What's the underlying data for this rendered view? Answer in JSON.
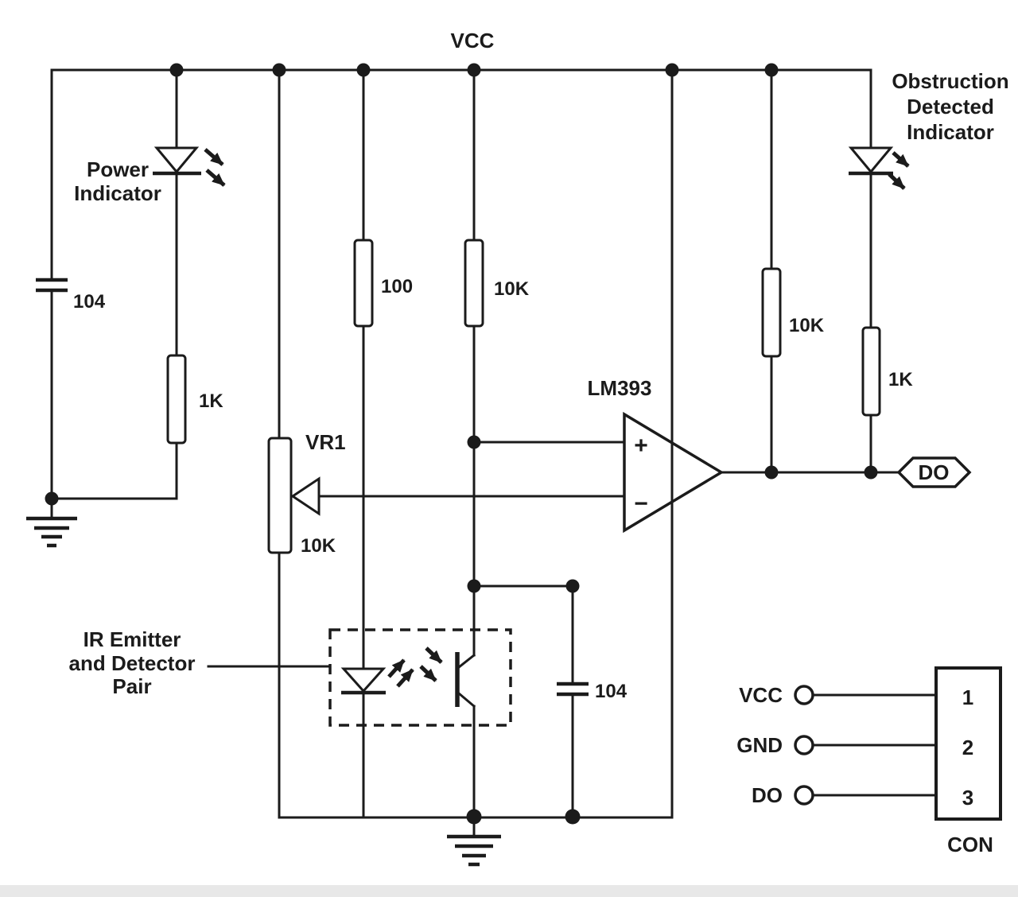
{
  "colors": {
    "line": "#1b1b1b",
    "background": "#ffffff",
    "footer_strip": "#e8e8e8"
  },
  "rail": {
    "vcc_label": "VCC"
  },
  "power_indicator": {
    "line1": "Power",
    "line2": "Indicator"
  },
  "obstruction_indicator": {
    "line1": "Obstruction",
    "line2": "Detected",
    "line3": "Indicator"
  },
  "ir_pair": {
    "line1": "IR Emitter",
    "line2": "and Detector",
    "line3": "Pair"
  },
  "components": {
    "bypass_cap": "104",
    "power_led_resistor": "1K",
    "pot_name": "VR1",
    "pot_value": "10K",
    "ir_led_resistor": "100",
    "detector_pullup": "10K",
    "comparator": "LM393",
    "plus_input": "+",
    "minus_input": "−",
    "output_pullup": "10K",
    "obstruction_led_resistor": "1K",
    "filter_cap": "104"
  },
  "output_tag": "DO",
  "connector": {
    "title": "CON",
    "pins": [
      {
        "label": "VCC",
        "number": "1"
      },
      {
        "label": "GND",
        "number": "2"
      },
      {
        "label": "DO",
        "number": "3"
      }
    ]
  }
}
